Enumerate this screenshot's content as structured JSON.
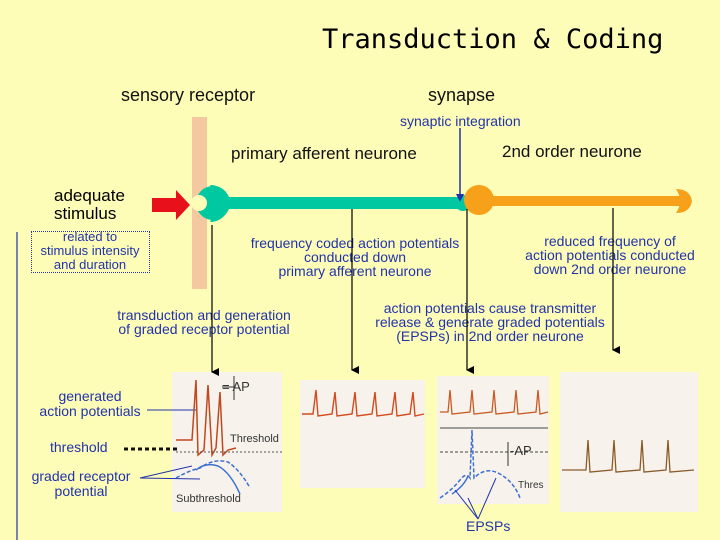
{
  "title": "Transduction & Coding",
  "labels": {
    "sensory_receptor": "sensory receptor",
    "synapse": "synapse",
    "synaptic_integration": "synaptic integration",
    "primary_afferent": "primary afferent neurone",
    "second_order": "2nd order neurone",
    "stimulus_line1": "adequate",
    "stimulus_line2": "stimulus",
    "stim_note_1": "related to",
    "stim_note_2": "stimulus intensity",
    "stim_note_3": "and duration",
    "freq_coded_1": "frequency coded action potentials",
    "freq_coded_2": "conducted down",
    "freq_coded_3": "primary afferent neurone",
    "reduced_1": "reduced frequency of",
    "reduced_2": "action potentials conducted",
    "reduced_3": "down 2nd order neurone",
    "transduction_1": "transduction and generation",
    "transduction_2": "of graded receptor potential",
    "ap_cause_1": "action potentials cause transmitter",
    "ap_cause_2": "release & generate graded potentials",
    "ap_cause_3": "(EPSPs) in 2nd order neurone",
    "generated_ap_1": "generated",
    "generated_ap_2": "action potentials",
    "threshold": "threshold",
    "graded_1": "graded receptor",
    "graded_2": "potential",
    "epsps": "EPSPs",
    "panel1_ap": "= AP",
    "panel1_threshold": "Threshold",
    "panel1_subthreshold": "Subthreshold",
    "panel3_ap": "-AP",
    "panel3_thres": "Thres"
  },
  "colors": {
    "background": "#fdfdb8",
    "axon": "#00c8a0",
    "second_neurone": "#f7a01a",
    "arrow": "#e8101a",
    "annotation": "#2233aa",
    "receptor_band": "#f4c8a0"
  }
}
